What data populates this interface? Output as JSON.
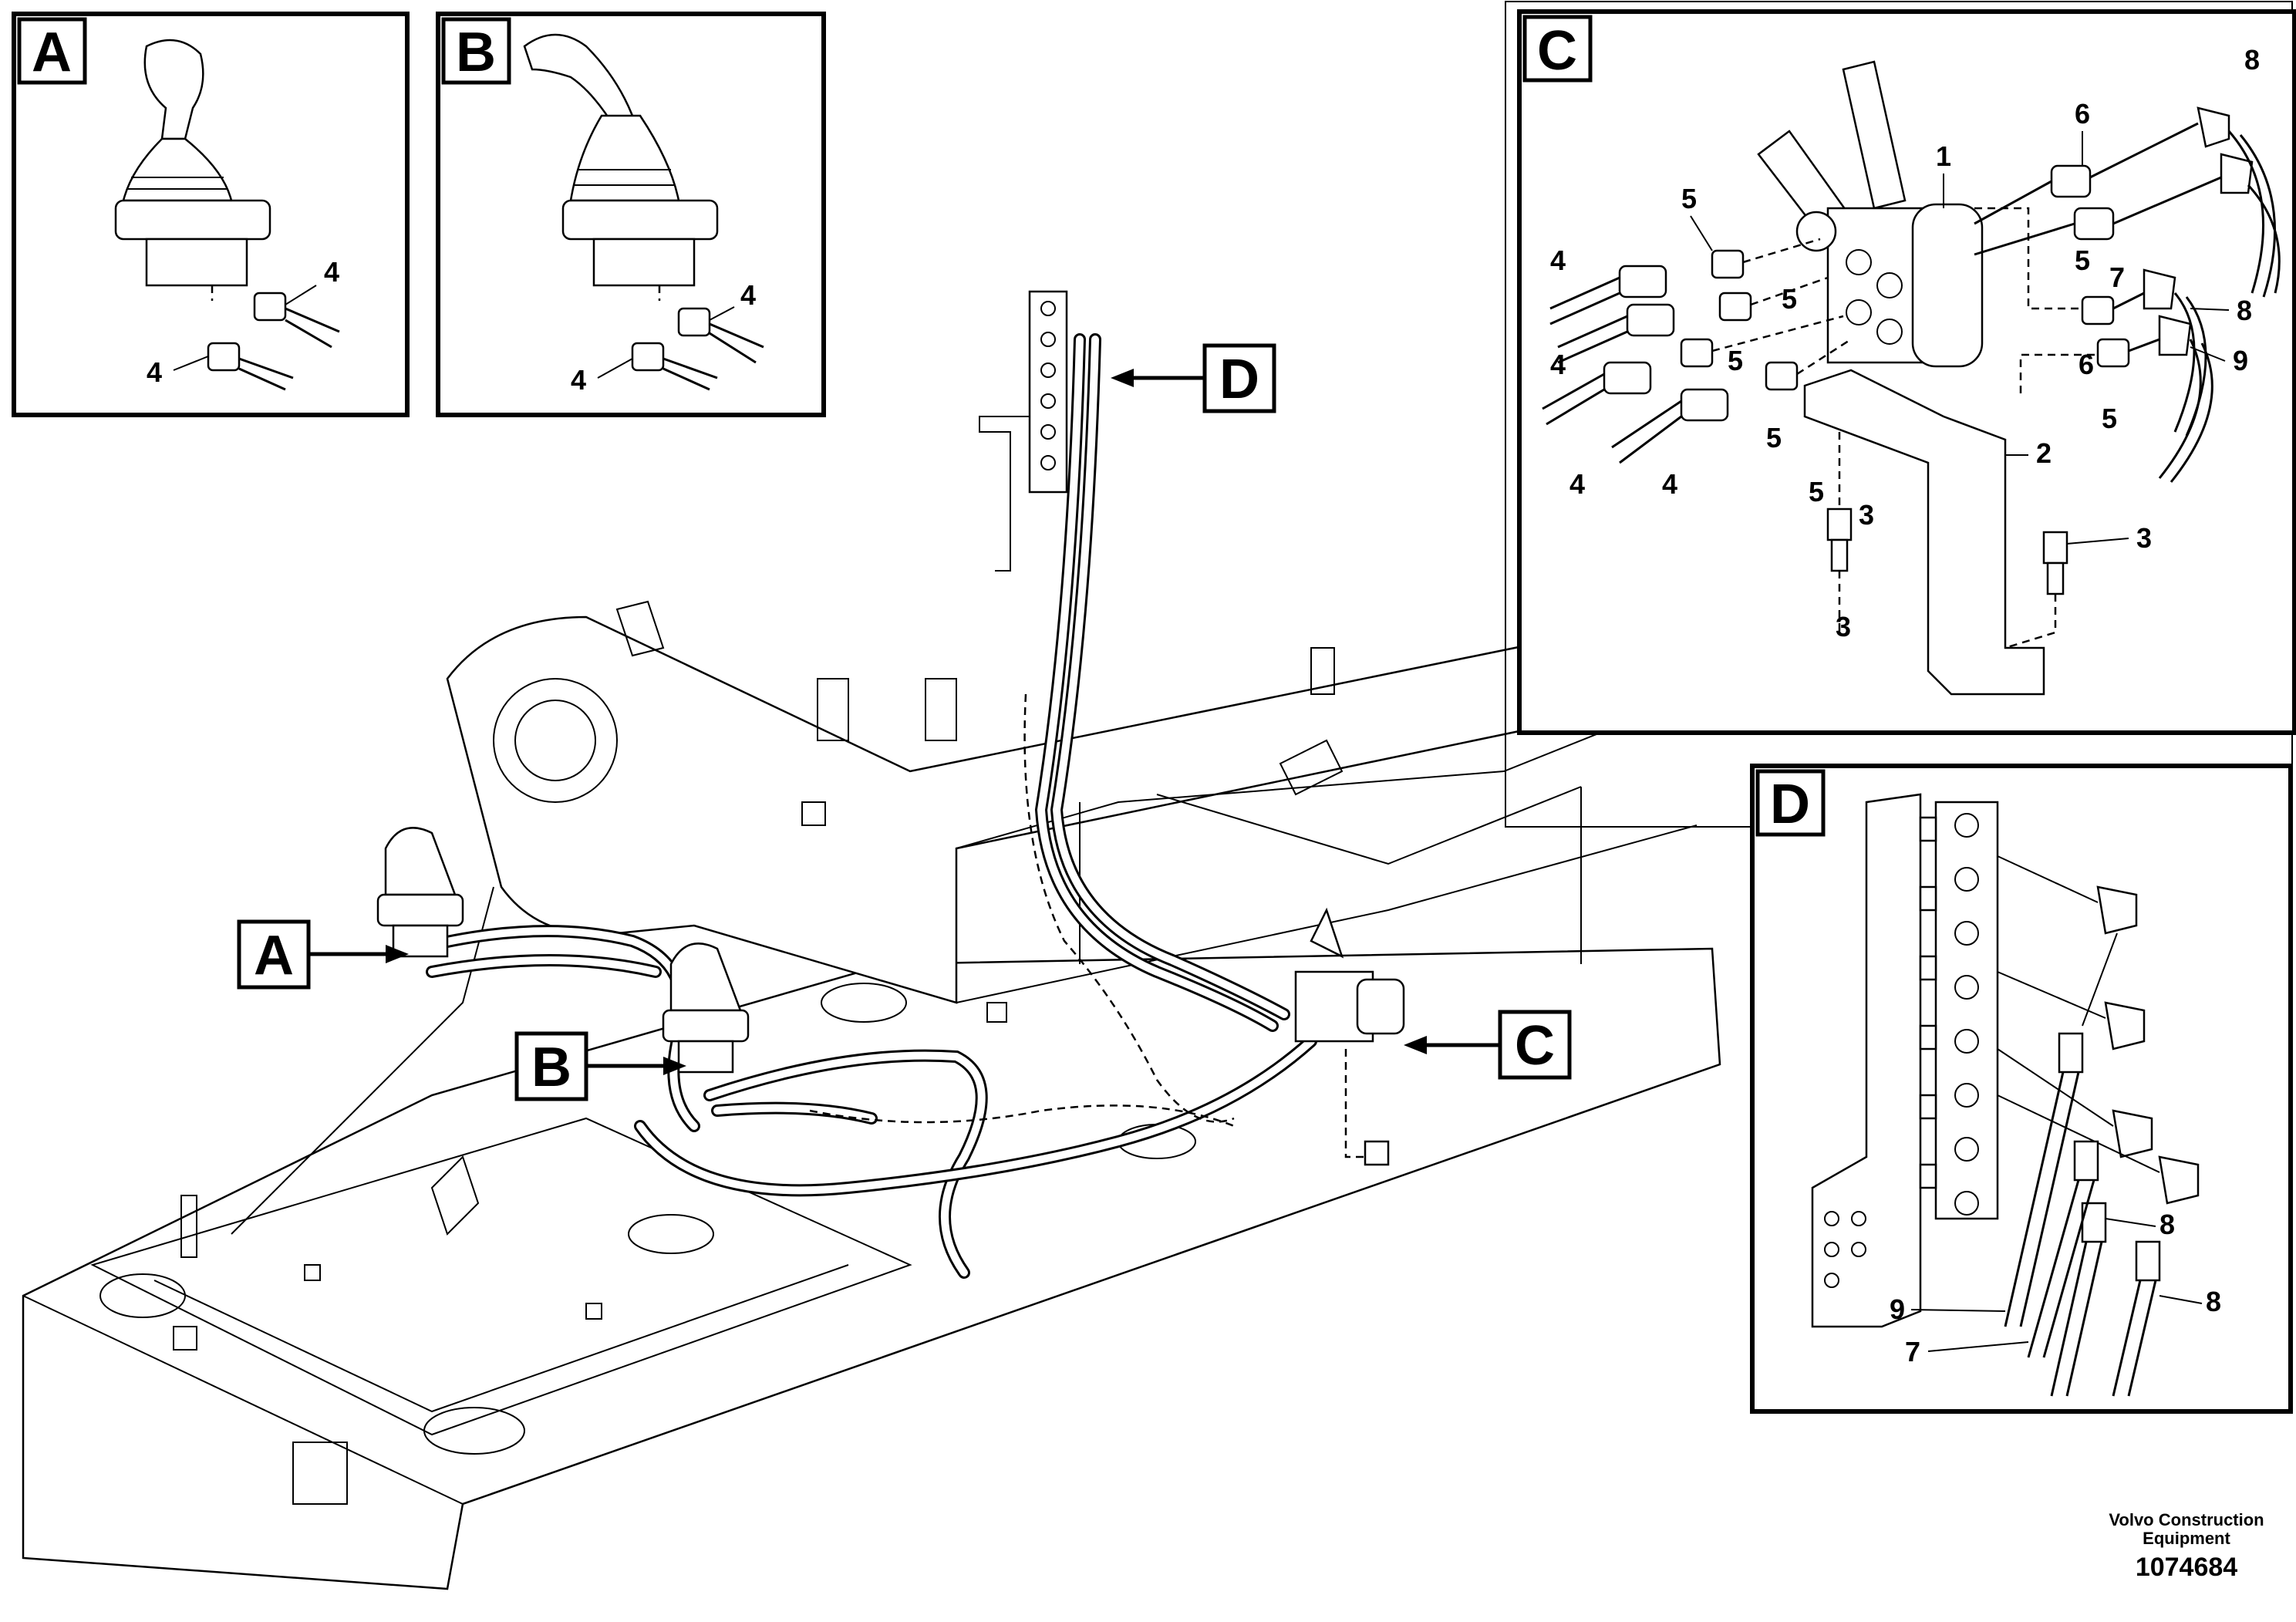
{
  "panels": {
    "A": {
      "letter": "A",
      "callouts": [
        "4",
        "4"
      ]
    },
    "B": {
      "letter": "B",
      "callouts": [
        "4",
        "4"
      ]
    },
    "C": {
      "letter": "C",
      "callouts": [
        "1",
        "2",
        "3",
        "3",
        "3",
        "4",
        "4",
        "4",
        "4",
        "5",
        "5",
        "5",
        "5",
        "5",
        "5",
        "5",
        "6",
        "6",
        "7",
        "8",
        "8",
        "9"
      ]
    },
    "D": {
      "letter": "D",
      "callouts": [
        "8",
        "8",
        "9",
        "7"
      ]
    }
  },
  "main_tags": [
    "A",
    "B",
    "C",
    "D"
  ],
  "footer": {
    "credit_line1": "Volvo Construction",
    "credit_line2": "Equipment",
    "doc_number": "1074684"
  }
}
